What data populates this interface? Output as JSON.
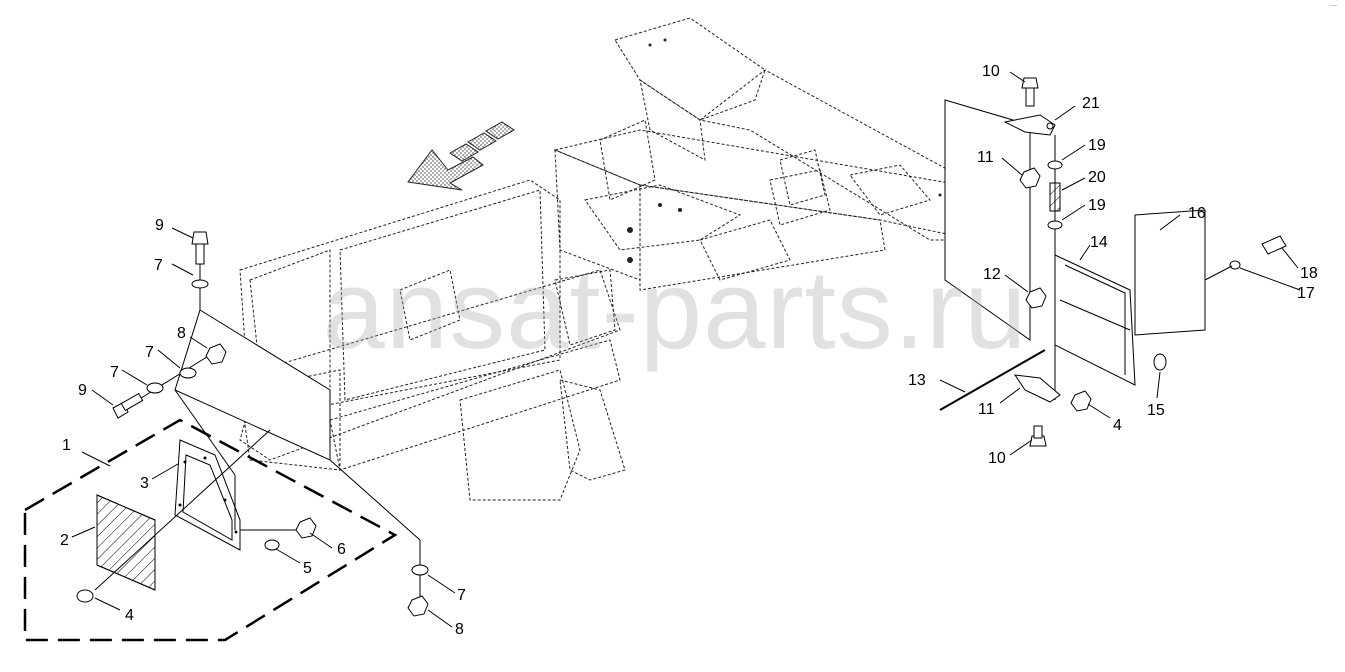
{
  "watermark": "ansat-parts.ru",
  "corner_code": "·—",
  "callouts": [
    {
      "id": "c1",
      "text": "1"
    },
    {
      "id": "c2",
      "text": "2"
    },
    {
      "id": "c3",
      "text": "3"
    },
    {
      "id": "c4a",
      "text": "4"
    },
    {
      "id": "c4b",
      "text": "4"
    },
    {
      "id": "c5",
      "text": "5"
    },
    {
      "id": "c6",
      "text": "6"
    },
    {
      "id": "c7a",
      "text": "7"
    },
    {
      "id": "c7b",
      "text": "7"
    },
    {
      "id": "c7c",
      "text": "7"
    },
    {
      "id": "c7d",
      "text": "7"
    },
    {
      "id": "c8a",
      "text": "8"
    },
    {
      "id": "c8b",
      "text": "8"
    },
    {
      "id": "c9a",
      "text": "9"
    },
    {
      "id": "c9b",
      "text": "9"
    },
    {
      "id": "c10a",
      "text": "10"
    },
    {
      "id": "c10b",
      "text": "10"
    },
    {
      "id": "c11a",
      "text": "11"
    },
    {
      "id": "c11b",
      "text": "11"
    },
    {
      "id": "c12",
      "text": "12"
    },
    {
      "id": "c13",
      "text": "13"
    },
    {
      "id": "c14",
      "text": "14"
    },
    {
      "id": "c15",
      "text": "15"
    },
    {
      "id": "c16",
      "text": "16"
    },
    {
      "id": "c17",
      "text": "17"
    },
    {
      "id": "c18",
      "text": "18"
    },
    {
      "id": "c19a",
      "text": "19"
    },
    {
      "id": "c19b",
      "text": "19"
    },
    {
      "id": "c20",
      "text": "20"
    },
    {
      "id": "c21",
      "text": "21"
    }
  ]
}
